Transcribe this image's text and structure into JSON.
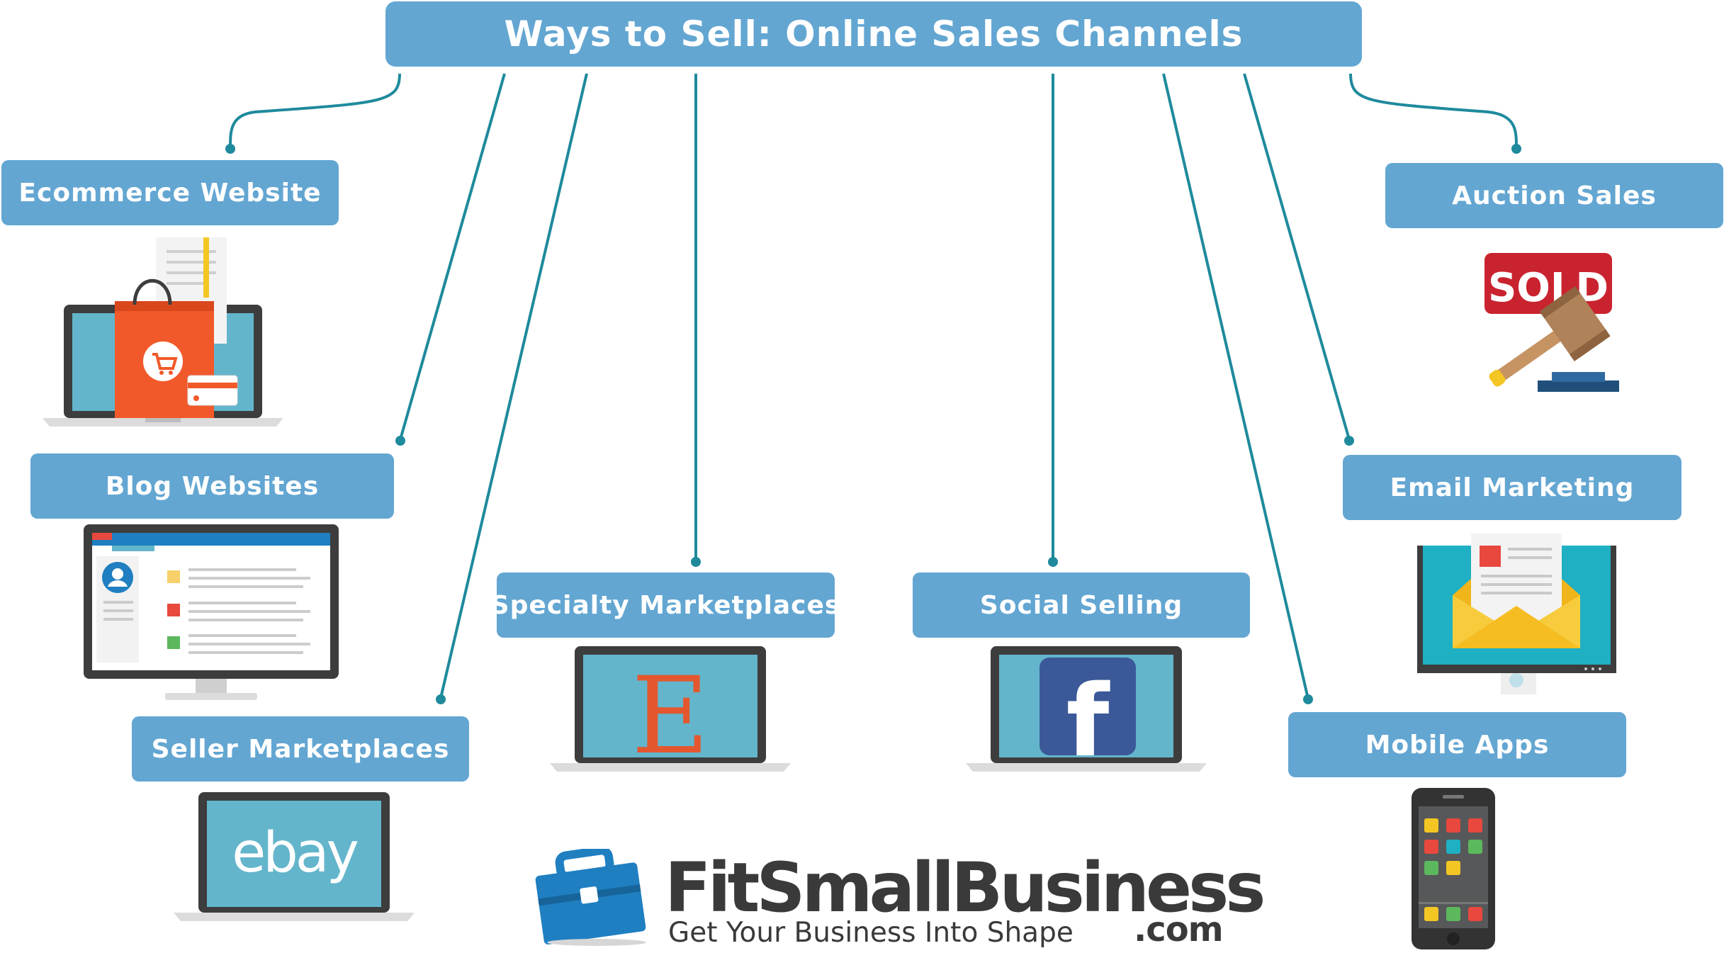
{
  "title": "Ways to Sell: Online Sales Channels",
  "channels": {
    "ecommerce": "Ecommerce Website",
    "blog": "Blog Websites",
    "seller": "Seller Marketplaces",
    "specialty": "Specialty Marketplaces",
    "social": "Social Selling",
    "auction": "Auction Sales",
    "email": "Email Marketing",
    "mobile": "Mobile Apps"
  },
  "illustrations": {
    "sold_sign": "SOLD",
    "ebay_logo": "ebay",
    "etsy_letter": "E",
    "facebook_letter": "f"
  },
  "brand": {
    "name": "FitSmallBusiness",
    "domain": ".com",
    "tagline": "Get Your Business Into Shape"
  },
  "colors": {
    "box": "#63a6d2",
    "connector": "#1e8a9c",
    "screen": "#63b5cb",
    "bag": "#f1592a",
    "sold_sign": "#c9232f",
    "facebook": "#3b5998",
    "etsy": "#e4572e",
    "brand_text": "#3a3a3a",
    "briefcase": "#1f7fc1"
  }
}
